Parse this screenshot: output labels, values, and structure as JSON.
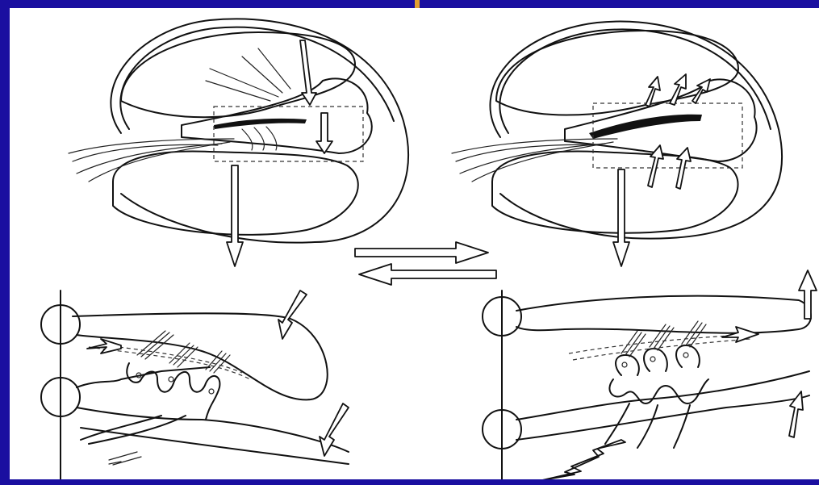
{
  "slide": {
    "frame_color": "#1a0fa0",
    "accent_color": "#e0a030",
    "canvas_color": "#ffffff"
  },
  "diagram": {
    "panels": [
      "cochlea-cross-section-left",
      "cochlea-cross-section-right",
      "hair-cell-detail-left",
      "hair-cell-detail-right"
    ],
    "icons": [
      "down-arrow-icon",
      "right-arrow-icon",
      "left-arrow-icon",
      "up-arrow-icon",
      "lightning-icon"
    ]
  }
}
